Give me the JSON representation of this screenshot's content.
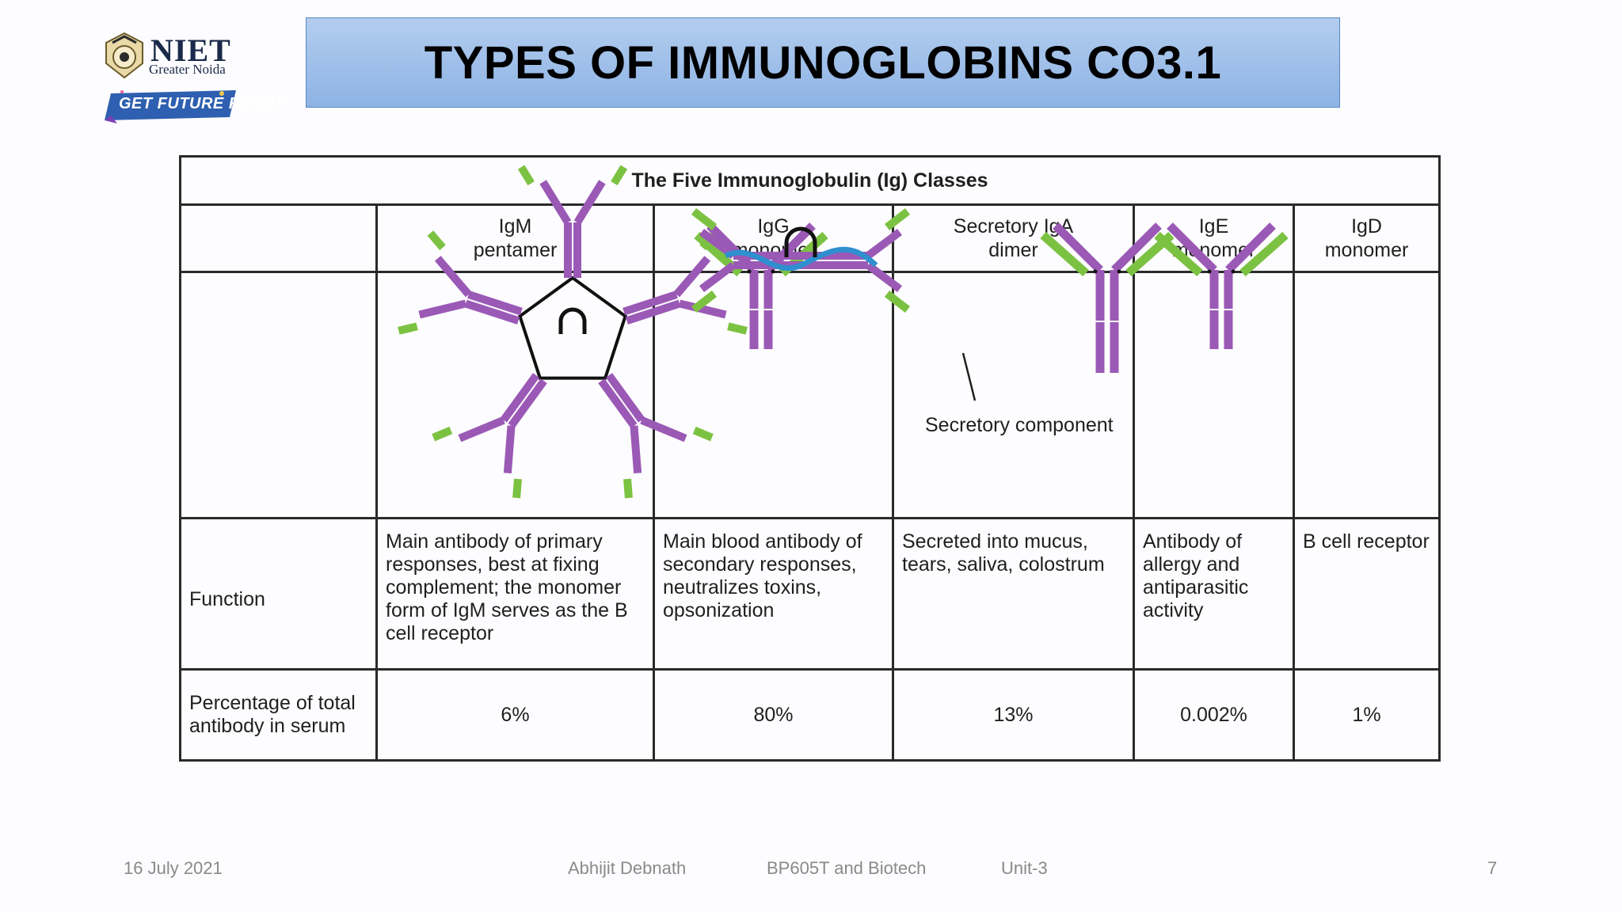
{
  "logo": {
    "name": "NIET",
    "location": "Greater Noida",
    "tagline": "GET FUTURE READY"
  },
  "slide": {
    "title": "TYPES OF IMMUNOGLOBINS CO3.1"
  },
  "table": {
    "caption": "The Five Immunoglobulin (Ig) Classes",
    "columns": [
      {
        "name": "IgM",
        "form": "pentamer"
      },
      {
        "name": "IgG",
        "form": "monomer"
      },
      {
        "name": "Secretory IgA",
        "form": "dimer"
      },
      {
        "name": "IgE",
        "form": "monomer"
      },
      {
        "name": "IgD",
        "form": "monomer"
      }
    ],
    "secretory_component_label": "Secretory component",
    "function_label": "Function",
    "functions": [
      "Main antibody of primary responses, best at fixing complement; the monomer form of IgM serves as the B cell receptor",
      "Main blood antibody of secondary responses, neutralizes toxins, opsonization",
      "Secreted into mucus, tears, saliva, colostrum",
      "Antibody of allergy and antiparasitic activity",
      "B cell receptor"
    ],
    "percentage_label": "Percentage of total antibody in serum",
    "percentages": [
      "6%",
      "80%",
      "13%",
      "0.002%",
      "1%"
    ]
  },
  "colors": {
    "heavy_chain": "#9b59b6",
    "light_chain": "#7cc242",
    "secretory_component": "#2f8fcf",
    "j_chain": "#111111",
    "title_bar": "#9fc0ea"
  },
  "footer": {
    "date": "16 July 2021",
    "author": "Abhijit  Debnath",
    "course": "BP605T and Biotech",
    "unit": "Unit-3",
    "page": "7"
  }
}
